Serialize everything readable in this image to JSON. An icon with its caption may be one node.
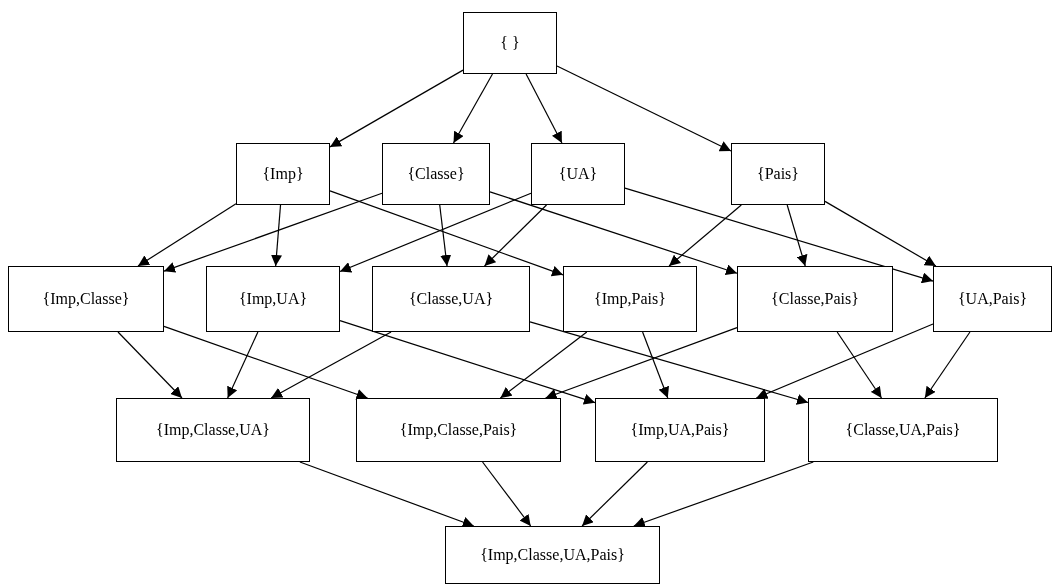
{
  "diagram": {
    "nodes": [
      {
        "text": [
          "{ }"
        ]
      },
      {
        "text": [
          "{Imp}"
        ]
      },
      {
        "text": [
          "{Classe}"
        ]
      },
      {
        "text": [
          "{UA}"
        ]
      },
      {
        "text": [
          "{Pais}"
        ]
      },
      {
        "text": [
          "{Imp,Classe}"
        ]
      },
      {
        "text": [
          "{Imp,UA}"
        ]
      },
      {
        "text": [
          "{Classe,UA}"
        ]
      },
      {
        "text": [
          "{Imp,Pais}"
        ]
      },
      {
        "text": [
          "{Classe,Pais}"
        ]
      },
      {
        "text": [
          "{UA,Pais}"
        ]
      },
      {
        "text": [
          "{Imp,Classe,UA}"
        ]
      },
      {
        "text": [
          "{Imp,Classe,Pais}"
        ]
      },
      {
        "text": [
          "{Imp,UA,Pais}"
        ]
      },
      {
        "text": [
          "{Classe,UA,Pais}"
        ]
      },
      {
        "text": [
          "{Imp,Classe,UA,Pais}"
        ]
      }
    ],
    "edges": [
      {
        "from": 0,
        "to": 1,
        "arrow": "to"
      },
      {
        "from": 0,
        "to": 2,
        "arrow": "to"
      },
      {
        "from": 0,
        "to": 3,
        "arrow": "to"
      },
      {
        "from": 0,
        "to": 4,
        "arrow": "to"
      },
      {
        "from": 1,
        "to": 5,
        "arrow": "to"
      },
      {
        "from": 1,
        "to": 6,
        "arrow": "to"
      },
      {
        "from": 1,
        "to": 8,
        "arrow": "to"
      },
      {
        "from": 2,
        "to": 5,
        "arrow": "to"
      },
      {
        "from": 2,
        "to": 7,
        "arrow": "to"
      },
      {
        "from": 2,
        "to": 9,
        "arrow": "to"
      },
      {
        "from": 3,
        "to": 6,
        "arrow": "to"
      },
      {
        "from": 3,
        "to": 7,
        "arrow": "to"
      },
      {
        "from": 3,
        "to": 10,
        "arrow": "to"
      },
      {
        "from": 4,
        "to": 8,
        "arrow": "to"
      },
      {
        "from": 4,
        "to": 9,
        "arrow": "to"
      },
      {
        "from": 4,
        "to": 10,
        "arrow": "to"
      },
      {
        "from": 5,
        "to": 11,
        "arrow": "to"
      },
      {
        "from": 5,
        "to": 12,
        "arrow": "to"
      },
      {
        "from": 6,
        "to": 11,
        "arrow": "to"
      },
      {
        "from": 6,
        "to": 13,
        "arrow": "to"
      },
      {
        "from": 7,
        "to": 11,
        "arrow": "to"
      },
      {
        "from": 7,
        "to": 14,
        "arrow": "to"
      },
      {
        "from": 8,
        "to": 12,
        "arrow": "to"
      },
      {
        "from": 8,
        "to": 13,
        "arrow": "to"
      },
      {
        "from": 9,
        "to": 12,
        "arrow": "to"
      },
      {
        "from": 9,
        "to": 14,
        "arrow": "to"
      },
      {
        "from": 10,
        "to": 13,
        "arrow": "to"
      },
      {
        "from": 10,
        "to": 14,
        "arrow": "to"
      },
      {
        "from": 11,
        "to": 15,
        "arrow": "to"
      },
      {
        "from": 12,
        "to": 15,
        "arrow": "to"
      },
      {
        "from": 13,
        "to": 15,
        "arrow": "to"
      },
      {
        "from": 14,
        "to": 15,
        "arrow": "to"
      }
    ]
  }
}
